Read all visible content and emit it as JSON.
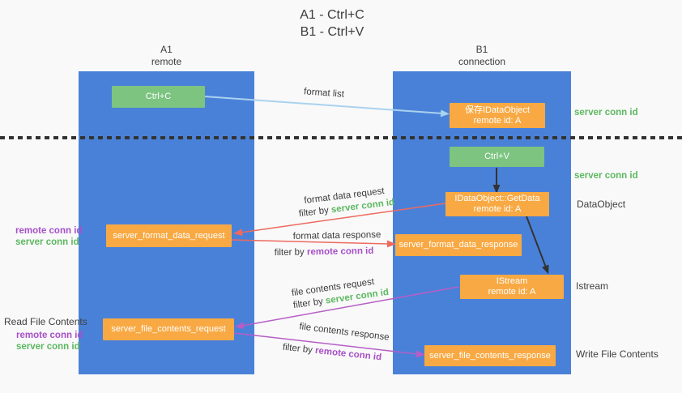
{
  "title": {
    "line1": "A1 - Ctrl+C",
    "line2": "B1 - Ctrl+V"
  },
  "columns": {
    "a1": {
      "name": "A1",
      "subtitle": "remote"
    },
    "b1": {
      "name": "B1",
      "subtitle": "connection"
    }
  },
  "nodes": {
    "ctrl_c": {
      "label": "Ctrl+C"
    },
    "save_idataobject": {
      "line1": "保存IDataObject",
      "line2": "remote id: A"
    },
    "ctrl_v": {
      "label": "Ctrl+V"
    },
    "getdata": {
      "line1": "IDataObject::GetData",
      "line2": "remote id: A"
    },
    "format_request": {
      "label": "server_format_data_request"
    },
    "format_response": {
      "label": "server_format_data_response"
    },
    "istream": {
      "line1": "IStream",
      "line2": "remote id: A"
    },
    "file_request": {
      "label": "server_file_contents_request"
    },
    "file_response": {
      "label": "server_file_contents_response"
    }
  },
  "flow_labels": {
    "format_list": "format list",
    "format_data_request": "format data request",
    "format_data_response": "format data response",
    "file_contents_request": "file contents request",
    "file_contents_response": "file contents response",
    "filter_by": "filter by",
    "server_conn_id": "server conn id",
    "remote_conn_id": "remote conn id"
  },
  "side_labels": {
    "server_conn_id": "server conn id",
    "remote_conn_id": "remote conn id",
    "dataobject": "DataObject",
    "istream": "Istream",
    "read_file_contents": "Read File Contents",
    "write_file_contents": "Write File Contents"
  },
  "colors": {
    "column_blue": "#4a81d8",
    "box_green": "#7cc480",
    "box_orange": "#f8a943",
    "arrow_light_blue": "#a9d2ef",
    "arrow_red": "#ed6a5f",
    "arrow_purple": "#b75ec6",
    "arrow_black": "#333333",
    "text_green": "#5cb860",
    "text_purple": "#a74fc8",
    "text_dark": "#3f3f3f",
    "background": "#f9f9f9"
  }
}
